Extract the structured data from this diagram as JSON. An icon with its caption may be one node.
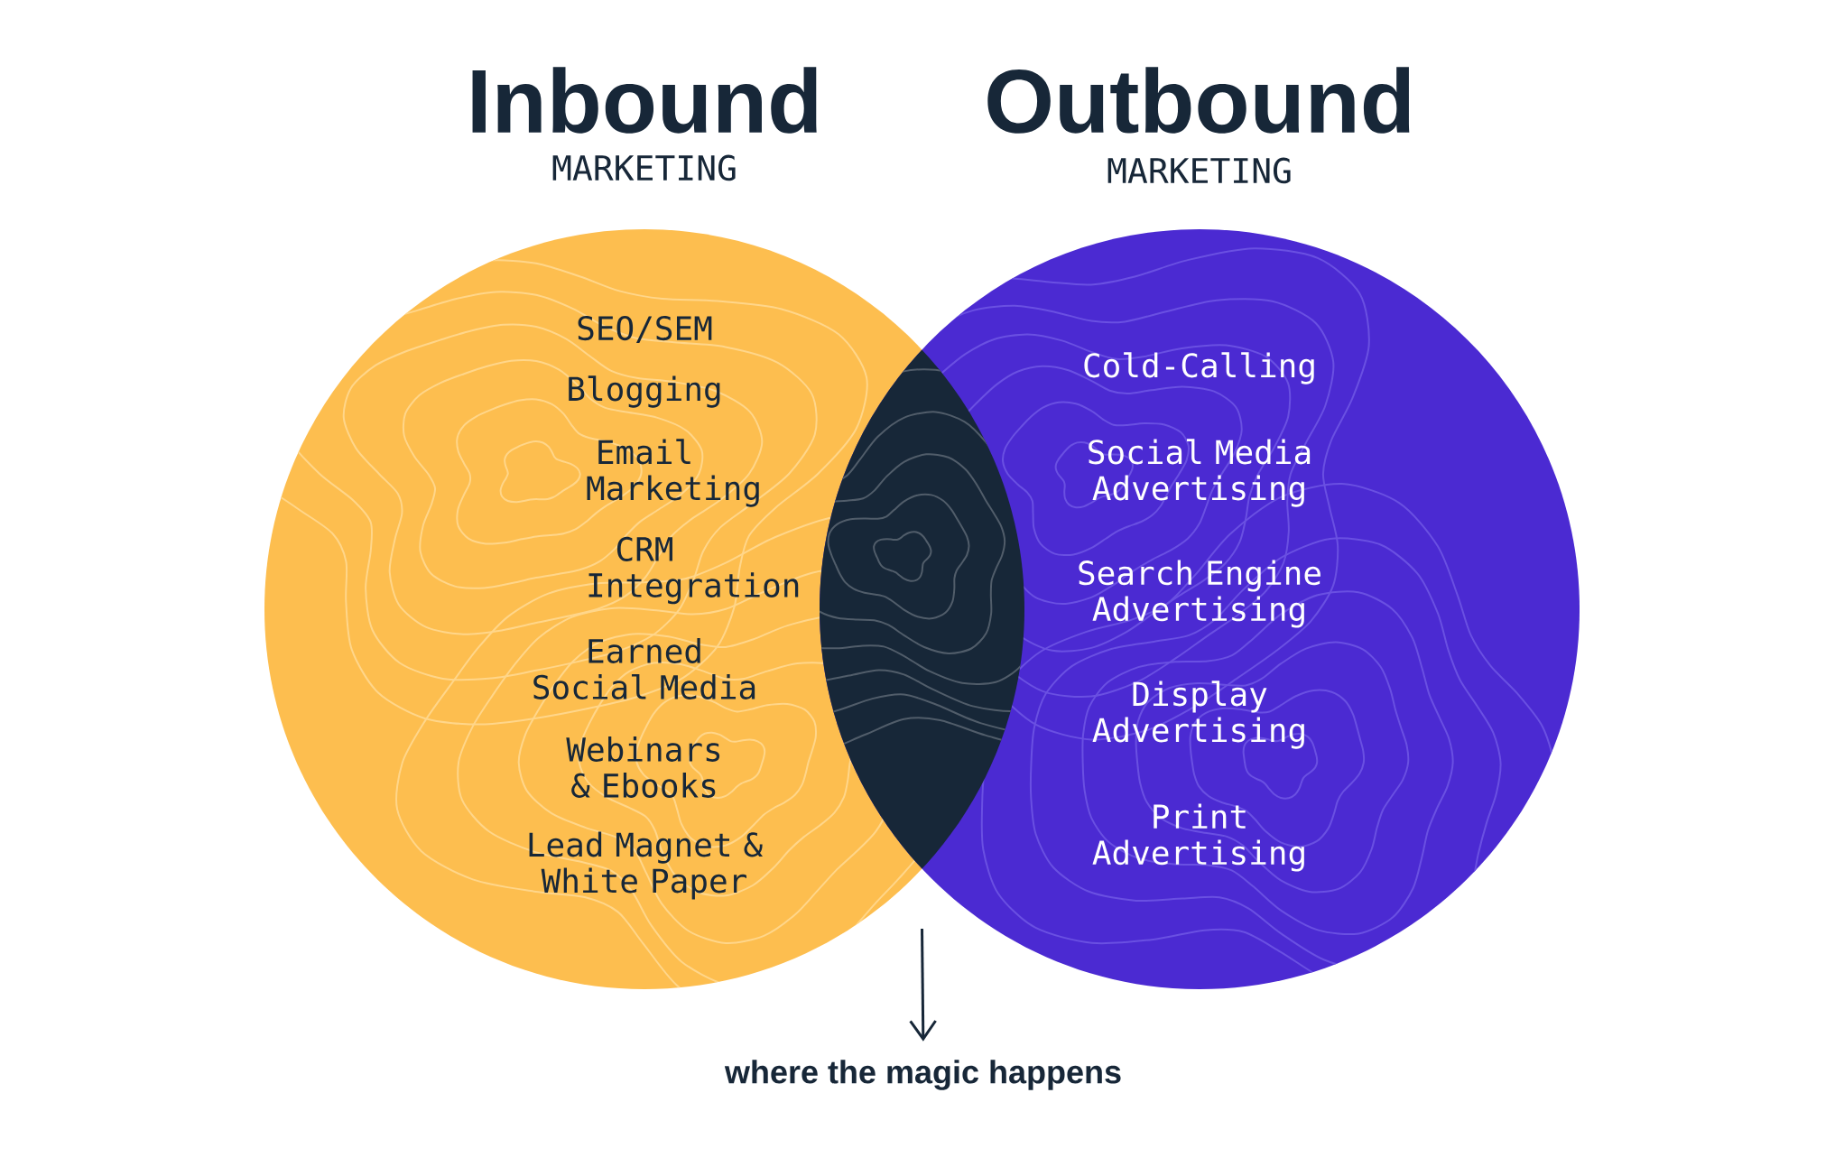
{
  "diagram": {
    "nodes": [
      {
        "text": [
          "Inbound",
          "MARKETING",
          "SEO/SEM",
          "Blogging",
          "Email Marketing",
          "CRM Integration",
          "Earned Social Media",
          "Webinars & Ebooks",
          "Lead Magnet & White Paper"
        ]
      },
      {
        "text": [
          "Outbound",
          "MARKETING",
          "Cold-Calling",
          "Social Media Advertising",
          "Search Engine Advertising",
          "Display Advertising",
          "Print Advertising"
        ]
      },
      {
        "text": [],
        "shape": "lens"
      },
      {
        "text": [
          "where the magic happens"
        ]
      }
    ],
    "edges": [
      {
        "from": 2,
        "to": 3,
        "arrow": "to"
      }
    ]
  }
}
